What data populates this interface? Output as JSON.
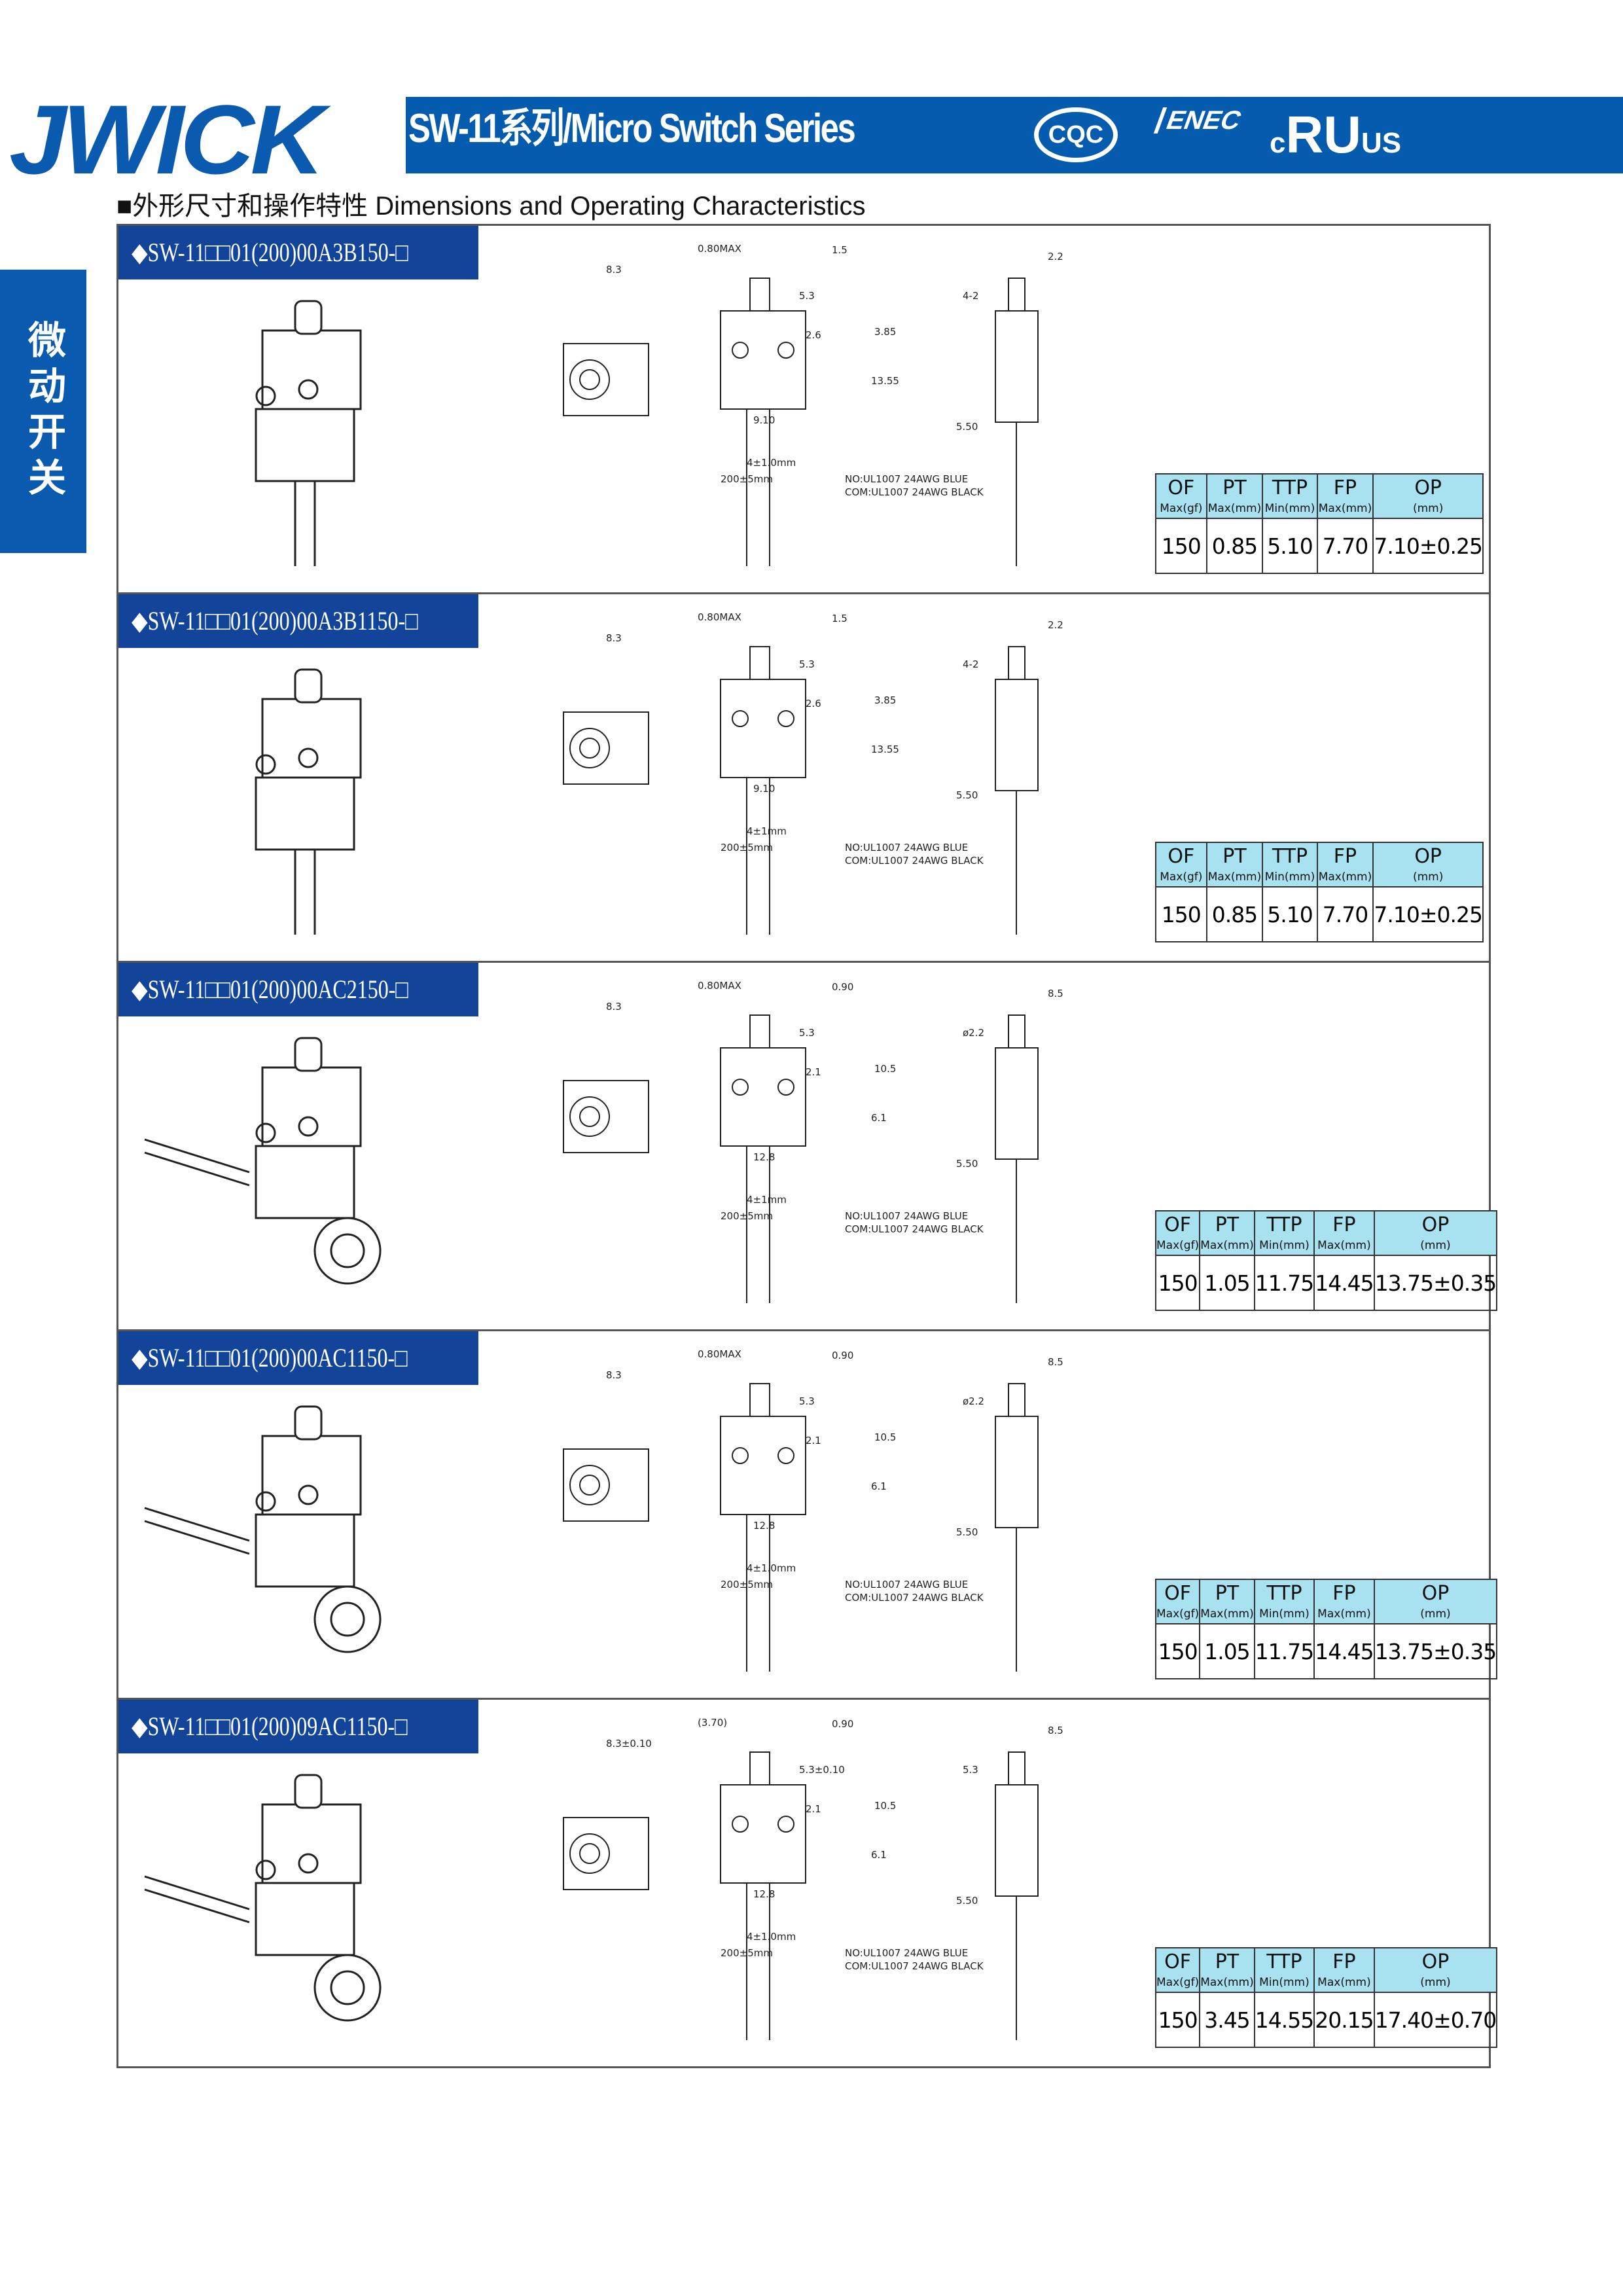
{
  "header": {
    "logo": "JWICK",
    "series_title": "SW-11系列/Micro Switch Series",
    "cert_cqc": "CQC",
    "cert_enec": "ENEC",
    "cert_ul_c": "c",
    "cert_ul": "RU",
    "cert_ul_us": "US"
  },
  "subtitle": "■外形尺寸和操作特性 Dimensions and Operating Characteristics",
  "side_tab": "微动开关",
  "table_headers": [
    {
      "a": "OF",
      "b": "Max(gf)"
    },
    {
      "a": "PT",
      "b": "Max(mm)"
    },
    {
      "a": "TTP",
      "b": "Min(mm)"
    },
    {
      "a": "FP",
      "b": "Max(mm)"
    },
    {
      "a": "OP",
      "b": "(mm)"
    }
  ],
  "sections": [
    {
      "model": "◆SW-11□□01(200)00A3B150-□",
      "values": [
        "150",
        "0.85",
        "5.10",
        "7.70",
        "7.10±0.25"
      ],
      "dims": [
        "8.3",
        "5.3",
        "0.80MAX",
        "1.5",
        "2.6",
        "3.85",
        "13.55",
        "9.10",
        "200±5mm",
        "4±1.0mm",
        "NO:UL1007 24AWG BLUE",
        "COM:UL1007 24AWG BLACK",
        "2.2",
        "4-2",
        "5.50"
      ]
    },
    {
      "model": "◆SW-11□□01(200)00A3B1150-□",
      "values": [
        "150",
        "0.85",
        "5.10",
        "7.70",
        "7.10±0.25"
      ],
      "dims": [
        "8.3",
        "5.3",
        "0.80MAX",
        "1.5",
        "2.6",
        "3.85",
        "13.55",
        "9.10",
        "200±5mm",
        "4±1mm",
        "NO:UL1007 24AWG BLUE",
        "COM:UL1007 24AWG BLACK",
        "2.2",
        "4-2",
        "5.50"
      ]
    },
    {
      "model": "◆SW-11□□01(200)00AC2150-□",
      "values": [
        "150",
        "1.05",
        "11.75",
        "14.45",
        "13.75±0.35"
      ],
      "dims": [
        "8.3",
        "5.3",
        "0.80MAX",
        "0.90",
        "2.1",
        "10.5",
        "6.1",
        "12.8",
        "200±5mm",
        "4±1mm",
        "NO:UL1007 24AWG BLUE",
        "COM:UL1007 24AWG BLACK",
        "8.5",
        "ø2.2",
        "5.50"
      ]
    },
    {
      "model": "◆SW-11□□01(200)00AC1150-□",
      "values": [
        "150",
        "1.05",
        "11.75",
        "14.45",
        "13.75±0.35"
      ],
      "dims": [
        "8.3",
        "5.3",
        "0.80MAX",
        "0.90",
        "2.1",
        "10.5",
        "6.1",
        "12.8",
        "200±5mm",
        "4±1.0mm",
        "NO:UL1007 24AWG BLUE",
        "COM:UL1007 24AWG BLACK",
        "8.5",
        "ø2.2",
        "5.50"
      ]
    },
    {
      "model": "◆SW-11□□01(200)09AC1150-□",
      "values": [
        "150",
        "3.45",
        "14.55",
        "20.15",
        "17.40±0.70"
      ],
      "dims": [
        "8.3±0.10",
        "5.3±0.10",
        "(3.70)",
        "0.90",
        "2.1",
        "10.5",
        "6.1",
        "12.8",
        "200±5mm",
        "4±1.0mm",
        "NO:UL1007 24AWG BLUE",
        "COM:UL1007 24AWG BLACK",
        "8.5",
        "5.3",
        "5.50"
      ]
    }
  ],
  "colors": {
    "brand": "#055cae",
    "label_bg": "#12449a",
    "table_header": "#a8e1f0"
  }
}
